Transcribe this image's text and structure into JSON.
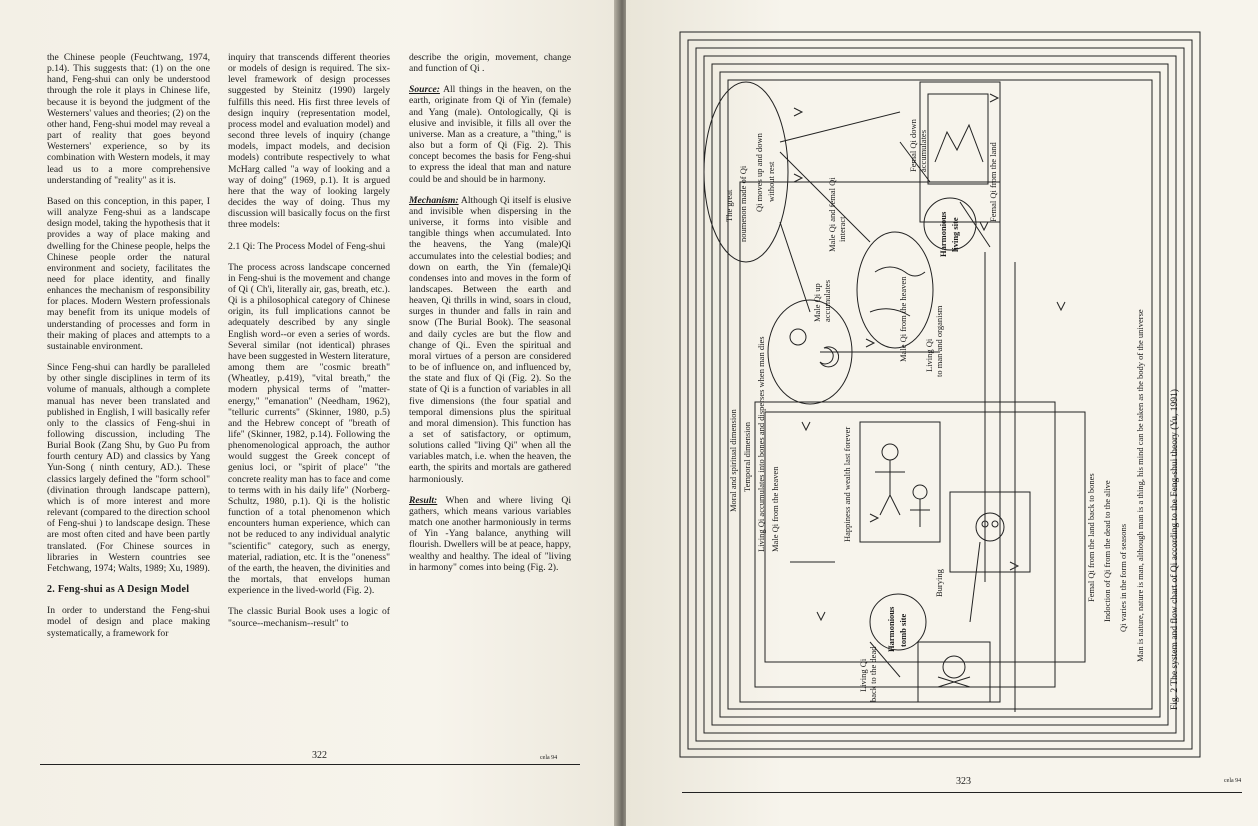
{
  "left_page": {
    "col1": {
      "p1": "the Chinese people (Feuchtwang, 1974, p.14). This suggests that: (1) on the one hand, Feng-shui can only be understood through the role it plays in Chinese life, because it is beyond the judgment of the Westerners' values and theories; (2) on the other hand, Feng-shui model may reveal a part of reality that goes beyond Westerners' experience, so by its combination with Western models, it may lead us to a more comprehensive understanding of \"reality\" as it is.",
      "p2": "Based on this conception, in this paper, I will analyze Feng-shui as a landscape design model, taking the hypothesis that it provides a way of place making and dwelling for the Chinese people, helps the Chinese people order the natural environment and society, facilitates the need for place identity, and finally enhances the mechanism of responsibility for places. Modern Western professionals may benefit from its unique models of understanding of processes and form in their making of places and attempts to a sustainable environment.",
      "p3": "Since Feng-shui can hardly be paralleled by other single disciplines in term of its volume of manuals, although a complete manual has never been translated and published in English, I will basically refer only to the classics of Feng-shui in following discussion, including The Burial Book (Zang Shu, by Guo Pu from fourth century AD) and classics by Yang Yun-Song ( ninth century, AD.). These classics largely defined the \"form school\" (divination through landscape pattern), which is of more interest and more relevant (compared to the direction school of Feng-shui ) to landscape design. These are most often cited and have been partly translated. (For Chinese sources in libraries in Western countries see Fetchwang, 1974; Walts, 1989; Xu, 1989).",
      "heading": "2. Feng-shui as A Design Model",
      "p4": "In order to understand the Feng-shui model of design and place making systematically, a framework for"
    },
    "col2": {
      "p1": "inquiry that transcends different theories or models of design is required. The six-level framework of design processes suggested by Steinitz (1990) largely fulfills this need. His first three levels of design inquiry (representation model, process model and evaluation model) and second three levels of inquiry (change models, impact models, and decision models) contribute respectively to what McHarg called \"a way of looking and a way of doing\" (1969, p.1). It is argued here that the way of looking largely decides the way of doing. Thus my discussion will basically focus on the first three models:",
      "subhead": "2.1 Qi: The Process Model of Feng-shui",
      "p2": "The process across landscape concerned in Feng-shui is the movement and change of Qi ( Ch'i, literally air, gas, breath, etc.). Qi is a philosophical category of Chinese origin, its full implications cannot be adequately described by any single English word--or even a series of words. Several similar (not identical) phrases have been suggested in Western literature, among them are \"cosmic breath\" (Wheatley, p.419), \"vital breath,\" the modern physical terms of \"matter-energy,\" \"emanation\" (Needham, 1962), \"telluric currents\" (Skinner, 1980, p.5) and the Hebrew concept of \"breath of life\" (Skinner, 1982, p.14). Following the phenomenological approach, the author would suggest the Greek concept of genius loci, or \"spirit of place\" \"the concrete reality man has to face and come to terms with in his daily life\" (Norberg-Schultz, 1980, p.1). Qi is the holistic function of a total phenomenon which encounters human experience, which can not be reduced to any individual analytic \"scientific\" category, such as energy, material, radiation, etc. It is the \"oneness\" of the earth, the heaven, the divinities and the mortals, that envelops human experience in the lived-world (Fig. 2).",
      "p3": "The classic Burial Book uses a logic of \"source--mechanism--result\" to"
    },
    "col3": {
      "p1": "describe the origin, movement, change and function of Qi .",
      "source_label": "Source:",
      "source_text": " All things in the heaven, on the earth, originate from Qi of Yin (female) and Yang (male). Ontologically, Qi is elusive and invisible, it fills all over the universe. Man as a creature, a \"thing,\" is also but a form of Qi (Fig. 2). This concept becomes the basis for Feng-shui to express the ideal that man and nature could be and should be in harmony.",
      "mechanism_label": "Mechanism:",
      "mechanism_text": " Although Qi itself is elusive and invisible when dispersing in the universe, it forms into visible and tangible things when accumulated. Into the heavens, the Yang (male)Qi accumulates into the celestial bodies; and down on earth, the Yin (female)Qi condenses into and moves in the form of landscapes. Between the earth and heaven, Qi thrills in wind, soars in cloud, surges in thunder and falls in rain and snow (The Burial Book). The seasonal and daily cycles are but the flow and change of Qi.. Even the spiritual and moral virtues of a person are considered to be of influence on, and influenced by, the state and flux of Qi (Fig. 2). So the state of Qi is a function of variables in all five dimensions (the four spatial and temporal dimensions plus the spiritual and moral dimension). This function has a set of satisfactory, or optimum, solutions called \"living Qi\" when all the variables match, i.e. when the heaven, the earth, the spirits and mortals are gathered harmoniously.",
      "result_label": "Result:",
      "result_text": " When and where living Qi gathers, which means various variables match one another harmoniously in terms of Yin -Yang balance, anything will flourish. Dwellers will be at peace, happy, wealthy and healthy. The ideal of \"living in harmony\" comes into being (Fig. 2)."
    },
    "page_number": "322",
    "footer_tag": "cela 94"
  },
  "right_page": {
    "page_number": "323",
    "footer_tag": "cela 94",
    "caption": "Fig. 2 The system and flow chart of Qi according to the Feng-shui theory (Yu, 1991)",
    "diagram": {
      "outer_1": "Man is nature, nature is man, although man is a thing, his mind can be taken as the body of the universe",
      "outer_2": "Qi varies in the form of seasons",
      "outer_3": "Indoction of Qi from the dead to the alive",
      "outer_4": "Femal Qi from the land back to bones",
      "left_1": "Moral and spiritual dimension",
      "left_2": "Temporal dimension",
      "left_3": "Living Qi accumulates into bones and disperses when man dies",
      "left_4": "Male Qi from the heaven",
      "great_1": "The great",
      "great_2": "noumenon made of Qi",
      "great_3": "Qi moves up and down",
      "great_4": "without rest",
      "male_up_1": "Male Qi up",
      "male_up_2": "accumulates",
      "interact_1": "Male Qi and femal Qi",
      "interact_2": "interact",
      "femal_down_1": "Femal Qi down",
      "femal_down_2": "accumulates",
      "femal_from_land": "Femal Qi from the land",
      "living_site_1": "Harmonious",
      "living_site_2": "living site",
      "male_to_man": "Male Qi from the heaven",
      "living_qi_1": "Living Qi",
      "living_qi_2": "to man and organism",
      "happiness": "Happiness and wealth last forever",
      "tomb_1": "Harmonious",
      "tomb_2": "tomb site",
      "burying": "Burying",
      "back_dead_1": "Living Qi",
      "back_dead_2": "back to the dead"
    }
  }
}
